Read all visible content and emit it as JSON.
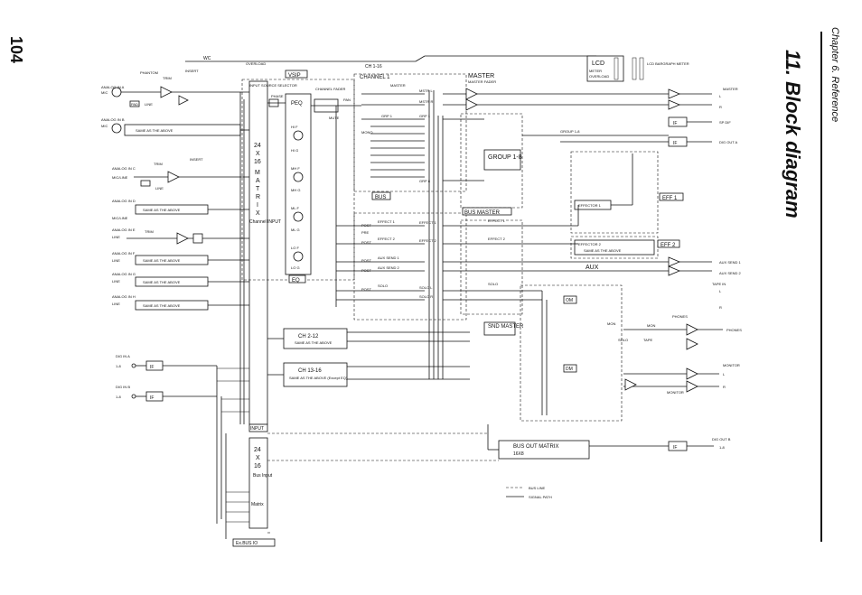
{
  "page": {
    "number": "104",
    "chapter": "Chapter 6.  Reference",
    "title": "11.  Block diagram"
  },
  "diagram": {
    "top_labels": {
      "wc": "WC",
      "overload": "OVERLOAD",
      "vsip": "VSIP",
      "ch": "CH 1-16",
      "channel1": "CHANNEL 1",
      "master": "MASTER",
      "master_fader": "MASTER FADER",
      "lcd": "LCD",
      "meter": "METER",
      "overload2": "OVERLOAD",
      "lcd_bargraph": "LCD BARGRAPH METER"
    },
    "inputs": {
      "analog_a": "ANALOG IN A",
      "mic": "MIC",
      "phantom": "PHANTOM",
      "trim": "TRIM",
      "insert": "INSERT",
      "pad": "PAD",
      "line": "LINE",
      "analog_b": "ANALOG IN B",
      "same": "SAME AS THE ABOVE",
      "analog_c": "ANALOG IN C",
      "mic_line": "MIC/LINE",
      "analog_d": "ANALOG IN D",
      "analog_e": "ANALOG IN E",
      "analog_f": "ANALOG IN F",
      "analog_g": "ANALOG IN G",
      "analog_h": "ANALOG IN H",
      "dig_a": "DIG IN A",
      "dig_b": "DIG IN B",
      "range": "1-8",
      "if": "IF"
    },
    "matrix": {
      "m1": "24",
      "m2": "X",
      "m3": "16",
      "m4": "M",
      "m5": "A",
      "m6": "T",
      "m7": "R",
      "m8": "I",
      "m9": "X",
      "channel_input": "Channel INPUT",
      "input": "INPUT",
      "bus_input": "Bus Input",
      "matrix": "Matrix",
      "exbus": "Ex.BUS IO"
    },
    "eq": {
      "peq": "PEQ",
      "eq": "EQ",
      "hi_f": "HI F",
      "hi_g": "HI G",
      "mh_f": "MH F",
      "mh_g": "MH G",
      "ml_f": "ML F",
      "ml_g": "ML G",
      "lo_f": "LO F",
      "lo_g": "LO G",
      "phase": "PHASE",
      "select": "INPUT SOURCE SELECTOR"
    },
    "channel": {
      "pan": "PAN",
      "mute": "MUTE",
      "fader": "CHANNEL FADER",
      "mono": "MONO",
      "grp1": "GRP 1",
      "grp8": "GRP 8",
      "mstr_l": "MSTR L",
      "mstr_r": "MSTR R",
      "bus": "BUS",
      "efx1": "EFFECT 1",
      "efx2": "EFFECT 2",
      "aux1": "AUX SEND 1",
      "aux2": "AUX SEND 2",
      "solo": "SOLO",
      "solo_l": "SOLO L",
      "solo_r": "SOLO R",
      "post": "POST",
      "pre": "PRE"
    },
    "blocks": {
      "ch2_12": "CH 2-12",
      "ch13_16": "CH 13-16",
      "same": "SAME AS THE ABOVE",
      "same_except": "SAME AS THE ABOVE (Except EQ)",
      "group": "GROUP 1-8",
      "group_label": "GROUP 1-8",
      "bus_master": "BUS MASTER",
      "snd_master": "SND MASTER",
      "bus_out": "BUS OUT MATRIX",
      "bus_out_size": "16X8",
      "effector1": "EFFECTOR 1",
      "effector2": "EFFECTOR 2",
      "eff1": "EFF 1",
      "eff2": "EFF 2",
      "aux": "AUX",
      "om": "OM",
      "dm": "DM",
      "mon": "MON",
      "tape": "TAPE",
      "solo": "SOLO"
    },
    "outputs": {
      "master": "MASTER",
      "l": "L",
      "r": "R",
      "sp_dif": "SP DIF",
      "dig_out_a": "DIG OUT A",
      "aux_send1": "AUX SEND 1",
      "aux_send2": "AUX SEND 2",
      "tape_in": "TAPE IN",
      "phones": "PHONES",
      "monitor": "MONITOR",
      "dig_out_b": "DIG OUT B",
      "dig_out_b_range": "1-8",
      "if": "IF"
    },
    "legend": {
      "bus_line": "BUS LINE",
      "signal_path": "SIGNAL PATH"
    }
  }
}
